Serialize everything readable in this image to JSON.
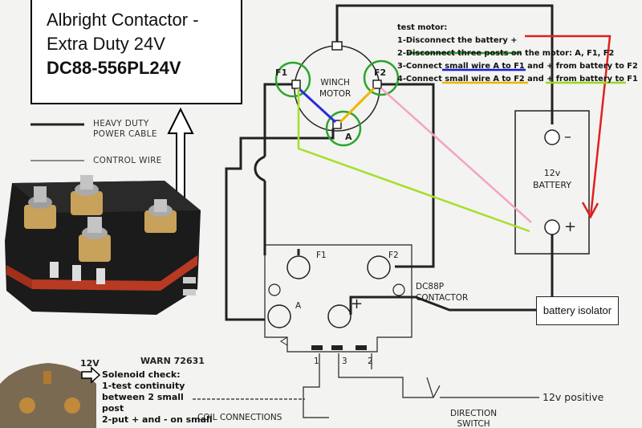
{
  "title": {
    "line1": "Albright Contactor -",
    "line2": "Extra Duty 24V",
    "line3": "DC88-556PL24V"
  },
  "legend": {
    "heavy_duty": "HEAVY DUTY\nPOWER CABLE",
    "control_wire": "CONTROL WIRE"
  },
  "test_motor": {
    "heading": "test motor:",
    "steps": [
      "1-Disconnect the battery +",
      "2-Disconnect three posts on the motor: A, F1, F2",
      "3-Connect small wire A to F1 and + from battery to F2",
      "4-Connect small wire A to F2 and + from battery to F1"
    ]
  },
  "motor": {
    "label": "WINCH\nMOTOR",
    "terminal_f1": "F1",
    "terminal_f2": "F2",
    "terminal_a": "A"
  },
  "battery": {
    "label": "12v\nBATTERY",
    "minus": "–",
    "plus": "+"
  },
  "contactor": {
    "label": "DC88P\nCONTACTOR",
    "f1": "F1",
    "f2": "F2",
    "a": "A",
    "plus": "+",
    "coil_1": "1",
    "coil_3": "3",
    "coil_2": "2"
  },
  "battery_isolator": "battery isolator",
  "positive_12v": "12v positive",
  "direction_switch": "DIRECTION\nSWITCH",
  "coil_connections": "COIL CONNECTIONS",
  "warn_label": "WARN 72631",
  "v12_label": "12V",
  "solenoid_check": {
    "heading": "Solenoid check:",
    "lines": [
      "1-test continuity",
      "between 2 small",
      "post",
      "2-put + and - on small"
    ]
  },
  "colors": {
    "heavy_wire": "#222222",
    "red_arrow": "#e02020",
    "green_circle": "#2aa52a",
    "blue_wire": "#2a2ae0",
    "yellow_wire": "#f0b400",
    "lime_wire": "#a6df2a",
    "pink_wire": "#f4a3c4",
    "underline_green": "#2a9a2a",
    "underline_blue": "#1a1ad8",
    "underline_yellow": "#e6b800",
    "underline_lime": "#9ad820"
  }
}
